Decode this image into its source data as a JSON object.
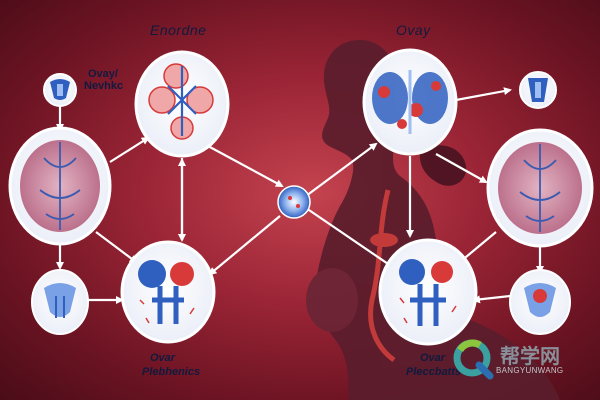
{
  "labels": {
    "top_center_title": "Enordne",
    "top_right_title": "Ovay",
    "top_left_line1": "Ovay/",
    "top_left_line2": "Nevhkc",
    "bottom_left_line1": "Ovar",
    "bottom_left_line2": "Plebhenics",
    "bottom_right_line1": "Ovar",
    "bottom_right_line2": "Pleccbatts"
  },
  "watermark": {
    "text": "帮学网",
    "subtext": "BANGYUNWANG"
  },
  "colors": {
    "background": "#9b2536",
    "node_ring": "#ffffff",
    "arrow": "#ffffff",
    "brain": "#c7869d",
    "organ_blue": "#2f5fbf",
    "organ_red": "#d83a3a"
  }
}
